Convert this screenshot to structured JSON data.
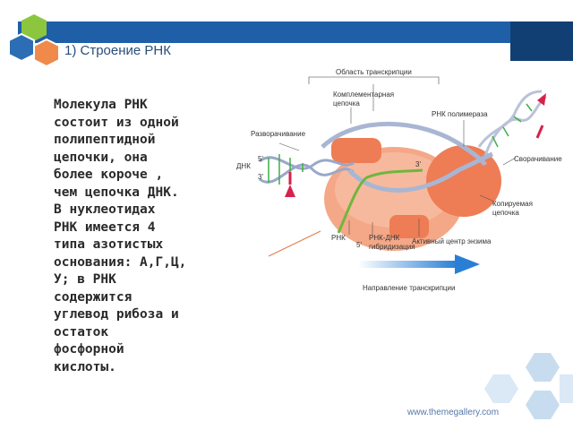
{
  "slide": {
    "title": "1) Строение РНК",
    "body": "Молекула РНК\nсостоит из одной\nполипептидной\nцепочки, она\nболее короче ,\nчем цепочка ДНК.\nВ нуклеотидах\nРНК имеется 4\nтипа азотистых\nоснования: А,Г,Ц,\nУ; в РНК\nсодержится\nуглевод рибоза и\nостаток\nфосфорной\nкислоты.",
    "footer_url": "www.themegallery.com"
  },
  "diagram": {
    "labels": {
      "transcription_region": "Область транскрипции",
      "complementary_chain": "Комплементарная\nцепочка",
      "unwinding": "Разворачивание",
      "rna_polymerase": "РНК полимераза",
      "winding": "Сворачивание",
      "dna": "ДНК",
      "five_prime_top": "5'",
      "three_prime_top": "3'",
      "three_prime_mid": "3'",
      "copied_chain": "Копируемая\nцепочка",
      "rna": "РНК",
      "five_prime_bottom": "5'",
      "rna_dna_hybrid": "РНК-ДНК\nгибридизация",
      "active_center": "Активный центр энзима",
      "direction": "Направление транскрипции"
    }
  },
  "colors": {
    "accent_blue": "#1f5fa8",
    "dark_blue": "#123f73",
    "hex_green": "#8cc63f",
    "hex_orange": "#f08a4b",
    "hex_blue": "#2d6db5",
    "enzyme": "#f4a888",
    "arrow": "#2a7fd4"
  }
}
